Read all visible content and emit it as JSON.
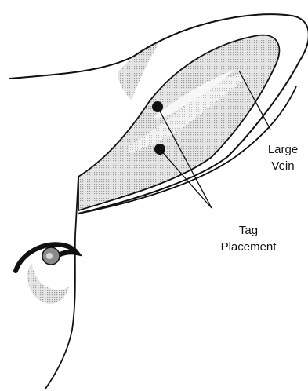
{
  "labels": {
    "large_vein": [
      "Large",
      "Vein"
    ],
    "tag_placement": [
      "Tag",
      "Placement"
    ]
  },
  "colors": {
    "outline": "#111111",
    "ear_fill": "#d4d4d4",
    "vein_fill": "#ececec",
    "eye_iris": "#8a8a8a",
    "tag_dot": "#111111"
  },
  "markers": {
    "tag_count": 2
  }
}
